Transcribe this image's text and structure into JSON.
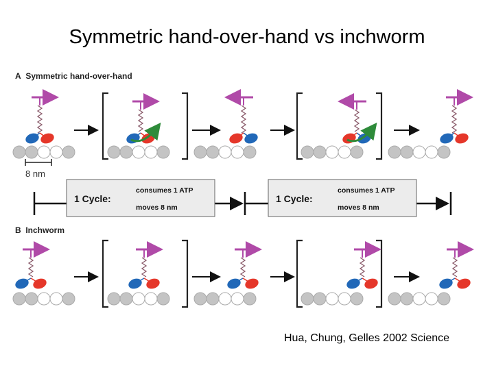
{
  "slide": {
    "title": "Symmetric hand-over-hand vs inchworm",
    "citation": "Hua, Chung, Gelles 2002 Science"
  },
  "panel_a": {
    "letter": "A",
    "label": "Symmetric hand-over-hand",
    "scale_label": "8 nm"
  },
  "panel_b": {
    "letter": "B",
    "label": "Inchworm"
  },
  "cycles": [
    {
      "name": "1 Cycle:",
      "line1": "consumes 1 ATP",
      "line2": "moves 8 nm"
    },
    {
      "name": "1 Cycle:",
      "line1": "consumes 1 ATP",
      "line2": "moves 8 nm"
    }
  ],
  "colors": {
    "cargo_arrow": "#b04aa8",
    "head_blue": "#2168b8",
    "head_red": "#e5372a",
    "power_stroke": "#2e8b3a",
    "tubulin_gray": "#c4c4c4",
    "tubulin_white": "#ffffff",
    "box_fill": "#ececec"
  }
}
